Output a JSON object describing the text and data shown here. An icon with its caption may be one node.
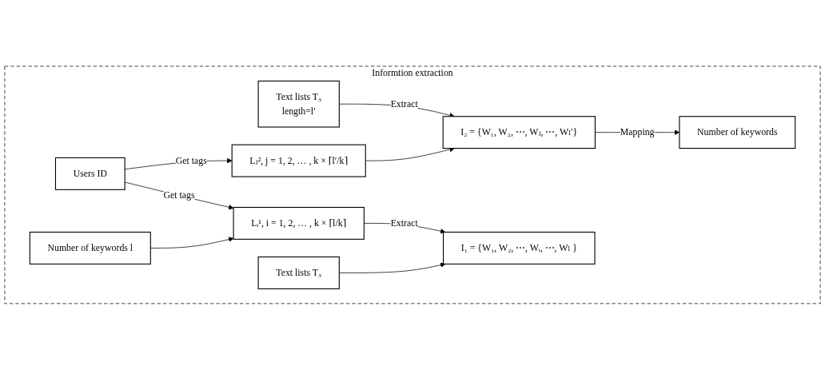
{
  "diagram": {
    "nodes": [
      {
        "text": [
          "Informtion extraction"
        ]
      },
      {
        "text": [
          "Text lists T₃",
          "length=l′"
        ],
        "in": 0
      },
      {
        "text": [
          "Users ID"
        ],
        "in": 0
      },
      {
        "text": [
          "Lⱼ², j = 1, 2, … , k × ⌈l′/k⌉"
        ],
        "in": 0
      },
      {
        "text": [
          "I₂ = {W₁, W₂, ⋯, Wⱼ, ⋯, Wₗ′}"
        ],
        "in": 0
      },
      {
        "text": [
          "Number of keywords"
        ],
        "in": 0
      },
      {
        "text": [
          "Lᵢ¹, i = 1, 2, … , k × ⌈l/k⌉"
        ],
        "in": 0
      },
      {
        "text": [
          "Number of keywords l"
        ],
        "in": 0
      },
      {
        "text": [
          "Text lists T₃"
        ],
        "in": 0
      },
      {
        "text": [
          "I₁ = {W₁, W₂, ⋯, Wᵢ, ⋯, Wₗ }"
        ],
        "in": 0
      }
    ],
    "edges": [
      {
        "from": 2,
        "to": 3,
        "arrow": "to",
        "label": "Get tags"
      },
      {
        "from": 1,
        "to": 4,
        "arrow": "to",
        "label": "Extract"
      },
      {
        "from": 3,
        "to": 4,
        "arrow": "to"
      },
      {
        "from": 4,
        "to": 5,
        "arrow": "to",
        "label": "Mapping"
      },
      {
        "from": 2,
        "to": 6,
        "arrow": "to",
        "label": "Get tags"
      },
      {
        "from": 7,
        "to": 6,
        "arrow": "to"
      },
      {
        "from": 6,
        "to": 9,
        "arrow": "to",
        "label": "Extract"
      },
      {
        "from": 8,
        "to": 9,
        "arrow": "to"
      }
    ]
  }
}
